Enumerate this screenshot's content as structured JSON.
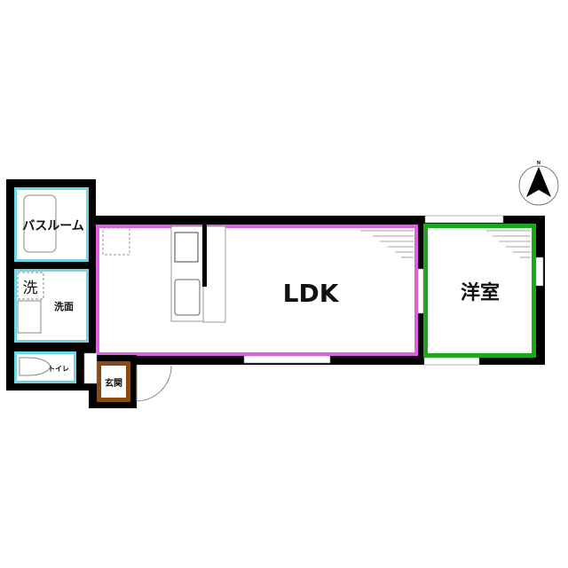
{
  "rooms": {
    "ldk": "LDK",
    "western": "洋室",
    "bathroom": "バスルーム",
    "washroom": "洗面",
    "laundry": "洗",
    "toilet": "トイレ",
    "entrance": "玄関"
  },
  "compass": {
    "north": "N"
  },
  "colors": {
    "ldk": "#e060e0",
    "western": "#1aa81a",
    "wet_areas": "#6fd6e6",
    "entrance": "#8a4b10",
    "walls": "#000000"
  }
}
